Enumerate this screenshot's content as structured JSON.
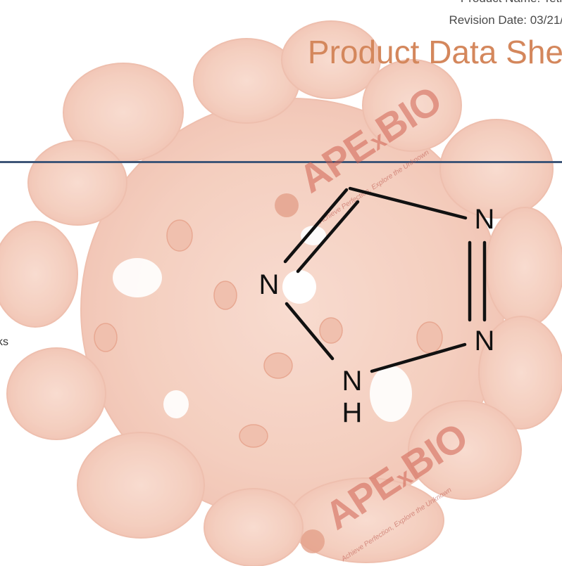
{
  "header": {
    "product_name": "Product Name: Tetr",
    "revision_date": "Revision Date: 03/21/",
    "title": "Product Data She"
  },
  "side_text": "ks",
  "watermark": {
    "brand": "APExBIO",
    "brand_left": "APE",
    "brand_x": "x",
    "brand_right": "BIO",
    "tagline": "Achieve Perfection, Explore the Unknown"
  },
  "structure": {
    "atoms": [
      "N",
      "N",
      "N",
      "N",
      "H"
    ]
  },
  "colors": {
    "title": "#d4875c",
    "divider": "#3e5678",
    "watermark_blob": "#f3c8b8"
  }
}
